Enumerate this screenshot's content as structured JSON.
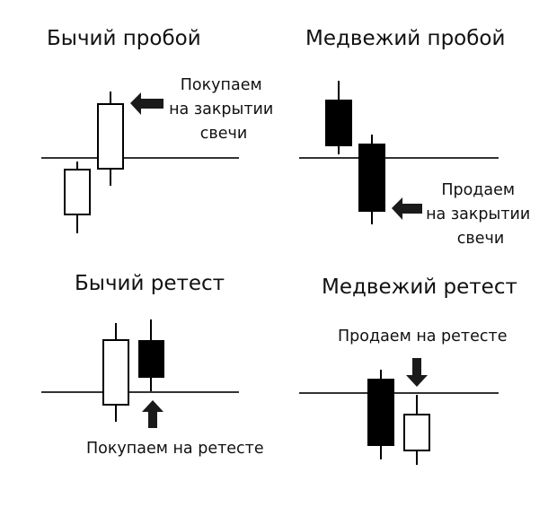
{
  "panels": {
    "bullish_breakout": {
      "title": "Бычий пробой",
      "note_lines": [
        "Покупаем",
        "на закрытии",
        "свечи"
      ]
    },
    "bearish_breakout": {
      "title": "Медвежий пробой",
      "note_lines": [
        "Продаем",
        "на закрытии",
        "свечи"
      ]
    },
    "bullish_retest": {
      "title": "Бычий ретест",
      "note": "Покупаем на ретесте"
    },
    "bearish_retest": {
      "title": "Медвежий ретест",
      "note": "Продаем на ретесте"
    }
  },
  "colors": {
    "bullish_candle": "#ffffff",
    "bearish_candle": "#000000",
    "line": "#333333",
    "arrow": "#1a1a1a"
  }
}
